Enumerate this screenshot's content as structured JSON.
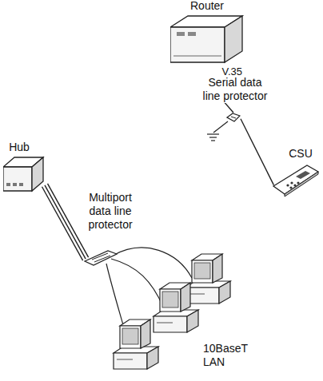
{
  "diagram": {
    "nodes": [
      {
        "text": [
          "Router",
          "V.35"
        ]
      },
      {
        "text": [
          "Serial data line protector"
        ]
      },
      {
        "text": [
          "CSU"
        ]
      },
      {
        "text": [
          "Hub"
        ]
      },
      {
        "text": [
          "Multiport data line protector"
        ]
      }
    ],
    "edges": [
      {
        "from": 0,
        "to": 1,
        "arrow": "none"
      },
      {
        "from": 1,
        "to": 2,
        "arrow": "none"
      },
      {
        "from": 3,
        "to": 4,
        "arrow": "none"
      }
    ],
    "labels": [
      "10BaseT LAN"
    ]
  }
}
